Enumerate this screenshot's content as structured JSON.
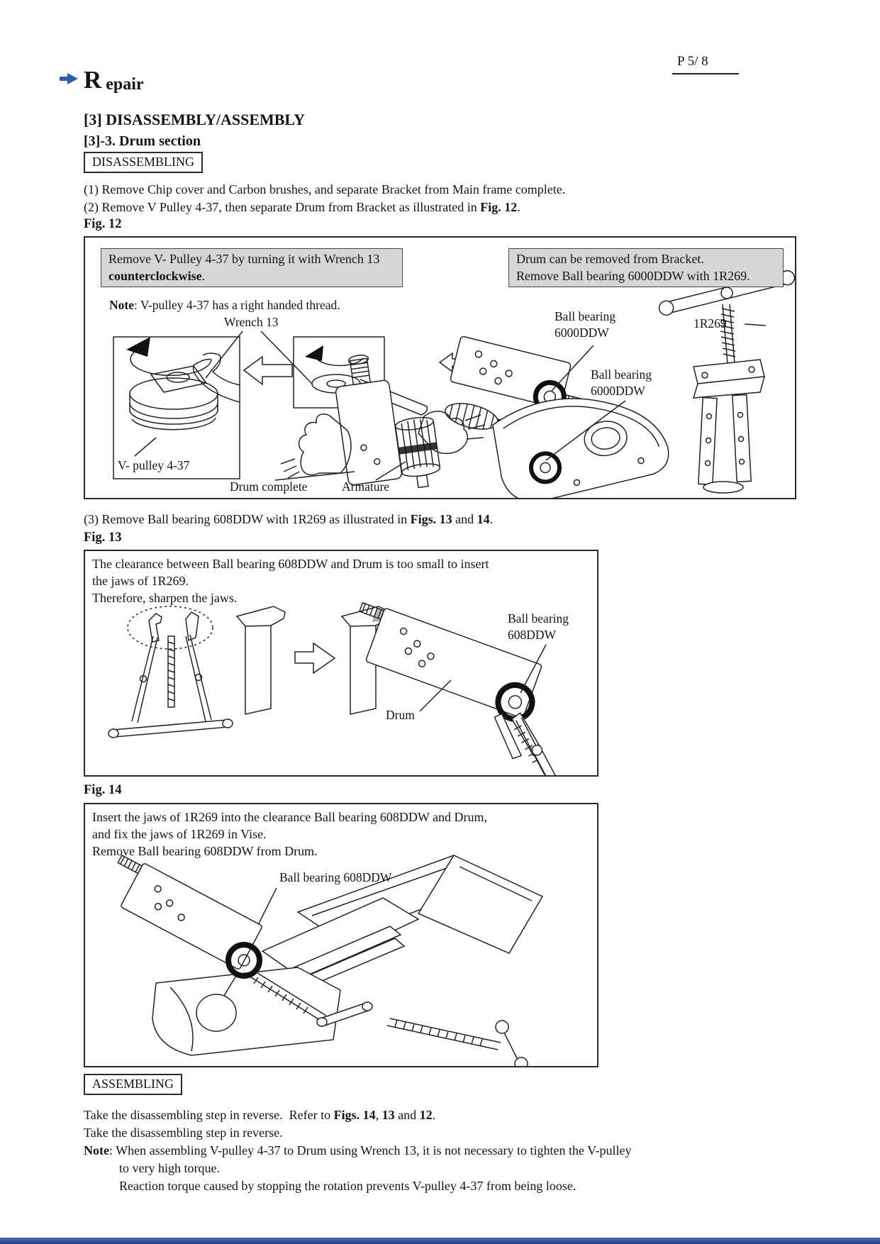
{
  "colors": {
    "accent_blue": "#2e5ea9",
    "callout_bg": "#d6d6d6",
    "footer_bar_top": "#4a6cb3",
    "footer_bar_bottom": "#23418a"
  },
  "header": {
    "page_number": "P 5/ 8",
    "section_initial": "R",
    "section_rest": "epair",
    "title": "[3] DISASSEMBLY/ASSEMBLY",
    "subtitle": "[3]-3. Drum section"
  },
  "disassembling": {
    "tag": "DISASSEMBLING",
    "step1": "(1) Remove Chip cover and Carbon brushes, and separate Bracket from Main frame complete.",
    "step2_prefix": "(2) Remove V Pulley 4-37, then separate Drum from Bracket as illustrated in ",
    "step2_bold": "Fig. 12",
    "step2_end": ".",
    "step3_prefix": "(3) Remove Ball bearing 608DDW with 1R269 as illustrated in ",
    "step3_bold1": "Figs. 13",
    "step3_mid": " and ",
    "step3_bold2": "14",
    "step3_end": "."
  },
  "fig12": {
    "heading": "Fig. 12",
    "callout_left_line1": "Remove V- Pulley 4-37 by turning it with Wrench 13",
    "callout_left_bold": "counterclockwise",
    "callout_left_end": ".",
    "callout_right_line1": "Drum can be removed from Bracket.",
    "callout_right_line2": "Remove Ball bearing 6000DDW with 1R269.",
    "note_label": "Note",
    "note_text": ": V-pulley 4-37 has a right handed thread.",
    "label_wrench": "Wrench 13",
    "label_v_pulley": "V- pulley 4-37",
    "label_drum_complete": "Drum complete",
    "label_armature": "Armature",
    "label_bearing_top_1": "Ball bearing",
    "label_bearing_top_2": "6000DDW",
    "label_puller": "1R269",
    "label_bearing_right_1": "Ball bearing",
    "label_bearing_right_2": "6000DDW"
  },
  "fig13": {
    "heading": "Fig. 13",
    "line1": "The clearance between Ball bearing 608DDW and Drum is too small to insert",
    "line2": "the jaws of 1R269.",
    "line3": "Therefore, sharpen the jaws.",
    "label_bearing_1": "Ball bearing",
    "label_bearing_2": "608DDW",
    "label_drum": "Drum"
  },
  "fig14": {
    "heading": "Fig. 14",
    "line1": "Insert the jaws of 1R269 into the clearance Ball bearing 608DDW and Drum,",
    "line2": "and fix the jaws of 1R269 in Vise.",
    "line3": "Remove Ball bearing 608DDW from Drum.",
    "label_bearing": "Ball bearing 608DDW"
  },
  "assembling": {
    "tag": "ASSEMBLING",
    "line1_prefix": "Take the disassembling step in reverse.  Refer to ",
    "line1_bold1": "Figs. 14",
    "line1_sep1": ", ",
    "line1_bold2": "13",
    "line1_sep2": " and ",
    "line1_bold3": "12",
    "line1_end": ".",
    "line2": "Take the disassembling step in reverse.",
    "note_label": "Note",
    "note_line1": ": When assembling V-pulley 4-37 to Drum using Wrench 13, it is not necessary to tighten the V-pulley",
    "note_line2": "to very high torque.",
    "note_line3": "Reaction torque caused by stopping the rotation prevents V-pulley 4-37 from being loose."
  }
}
